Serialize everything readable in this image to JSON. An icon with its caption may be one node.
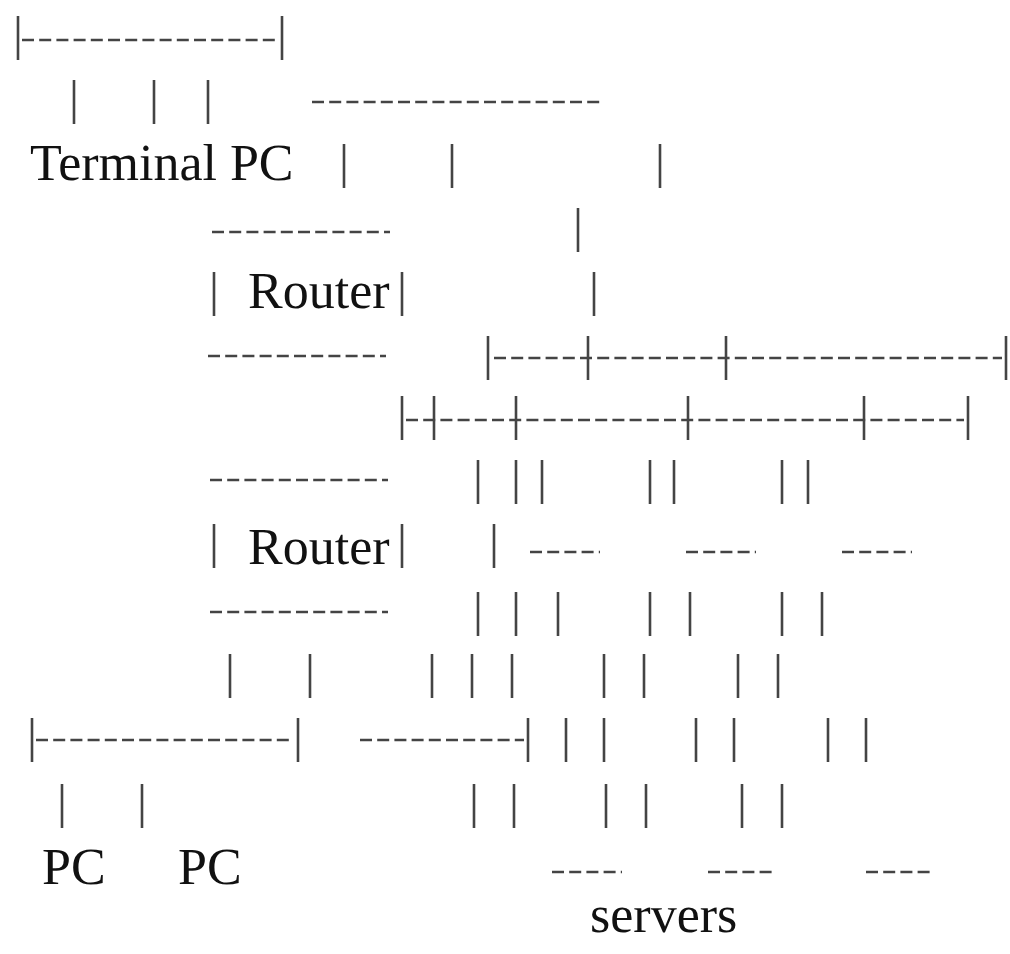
{
  "diagram": {
    "nodes": [
      {
        "text": [
          "Router"
        ]
      },
      {
        "text": [
          "Router"
        ]
      }
    ],
    "labels": [
      "Terminal PC",
      "PC",
      "PC",
      "servers"
    ]
  }
}
